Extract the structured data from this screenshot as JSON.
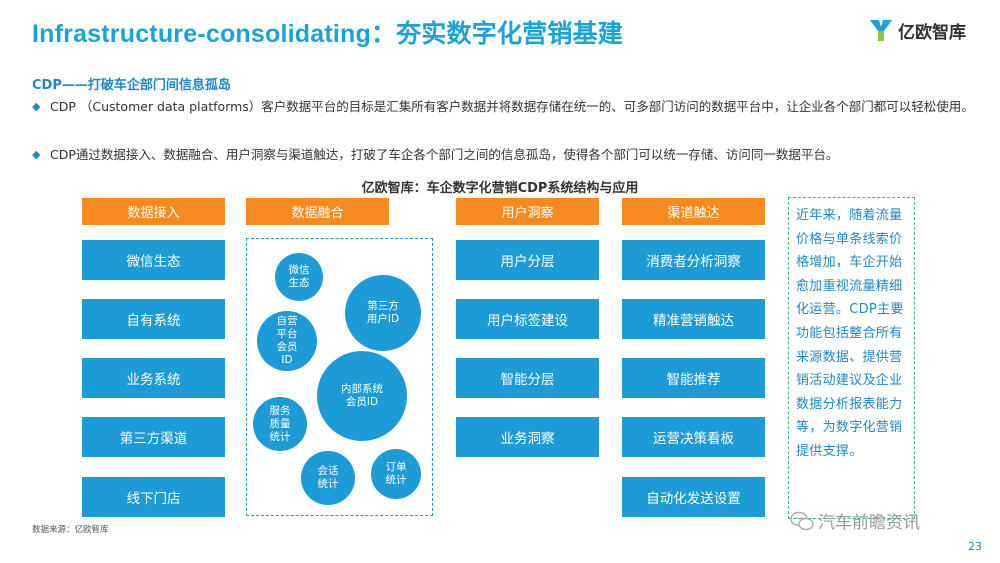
{
  "header": {
    "title": "Infrastructure-consolidating：夯实数字化营销基建",
    "logo_text": "亿欧智库"
  },
  "subtitle": "CDP——打破车企部门间信息孤岛",
  "bullets": [
    "CDP （Customer data platforms）客户数据平台的目标是汇集所有客户数据并将数据存储在统一的、可多部门访问的数据平台中，让企业各个部门都可以轻松使用。",
    "CDP通过数据接入、数据融合、用户洞察与渠道触达，打破了车企各个部门之间的信息孤岛，使得各个部门可以统一存储、访问同一数据平台。"
  ],
  "diagram": {
    "title": "亿欧智库：车企数字化营销CDP系统结构与应用",
    "columns": [
      {
        "header": "数据接入",
        "items": [
          "微信生态",
          "自有系统",
          "业务系统",
          "第三方渠道",
          "线下门店"
        ]
      },
      {
        "header": "数据融合",
        "bubbles": [
          "微信\n生态",
          "第三方\n用户ID",
          "自营\n平台\n会员\nID",
          "内部系统\n会员ID",
          "服务\n质量\n统计",
          "会话\n统计",
          "订单\n统计"
        ]
      },
      {
        "header": "用户洞察",
        "items": [
          "用户分层",
          "用户标签建设",
          "智能分层",
          "业务洞察"
        ]
      },
      {
        "header": "渠道触达",
        "items": [
          "消费者分析洞察",
          "精准营销触达",
          "智能推荐",
          "运营决策看板",
          "自动化发送设置"
        ]
      }
    ],
    "note": "近年来，随着流量价格与单条线索价格增加，车企开始愈加重视流量精细化运营。CDP主要功能包括整合所有来源数据、提供营销活动建议及企业数据分析报表能力等，为数字化营销提供支撑。"
  },
  "footer": {
    "source": "数据来源：亿欧智库",
    "watermark": "汽车前瞻资讯",
    "page_number": "23"
  },
  "colors": {
    "title_blue": "#1AA3D9",
    "box_blue": "#1C9BD6",
    "header_orange": "#F58A1F",
    "note_border_green": "#3DB87A"
  }
}
